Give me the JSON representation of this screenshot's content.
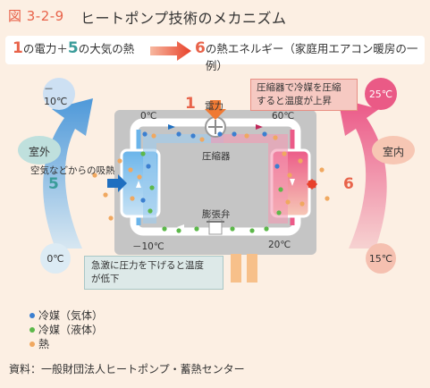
{
  "header": {
    "figure_number": "図 3-2-9",
    "title": "ヒートポンプ技術のメカニズム"
  },
  "formula": {
    "n1": "1",
    "t1": "の電力＋",
    "n2": "5",
    "t2": "の大気の熱",
    "n3": "6",
    "t3": "の熱エネルギー（家庭用エアコン暖房の一例）"
  },
  "labels": {
    "outdoor": "室外",
    "indoor": "室内",
    "absorb": "空気などからの吸熱",
    "num_left": "5",
    "num_right": "6",
    "num_power": "1",
    "power": "電力",
    "compressor": "圧縮器",
    "valve": "膨張弁"
  },
  "temps": {
    "out_top": "－10℃",
    "out_bottom": "0℃",
    "in_top": "25℃",
    "in_bottom": "15℃",
    "loop_tl": "0℃",
    "loop_tr": "60℃",
    "loop_bl": "－10℃",
    "loop_br": "20℃"
  },
  "callouts": {
    "top_l1": "圧縮器で冷媒を圧縮",
    "top_l2": "すると温度が上昇",
    "bottom_l1": "急激に圧力を下げると温度",
    "bottom_l2": "が低下"
  },
  "legend": {
    "gas": "冷媒（気体）",
    "liquid": "冷媒（液体）",
    "heat": "熱"
  },
  "source": "資料：一般財団法人ヒートポンプ・蓄熱センター",
  "colors": {
    "accent_red": "#e8634a",
    "teal": "#3a9c9a",
    "blue": "#3b8fd8",
    "pink": "#e9457c",
    "heat_dot": "#f0a860",
    "gas_dot": "#3b7fd0",
    "liquid_dot": "#5cb84a"
  }
}
